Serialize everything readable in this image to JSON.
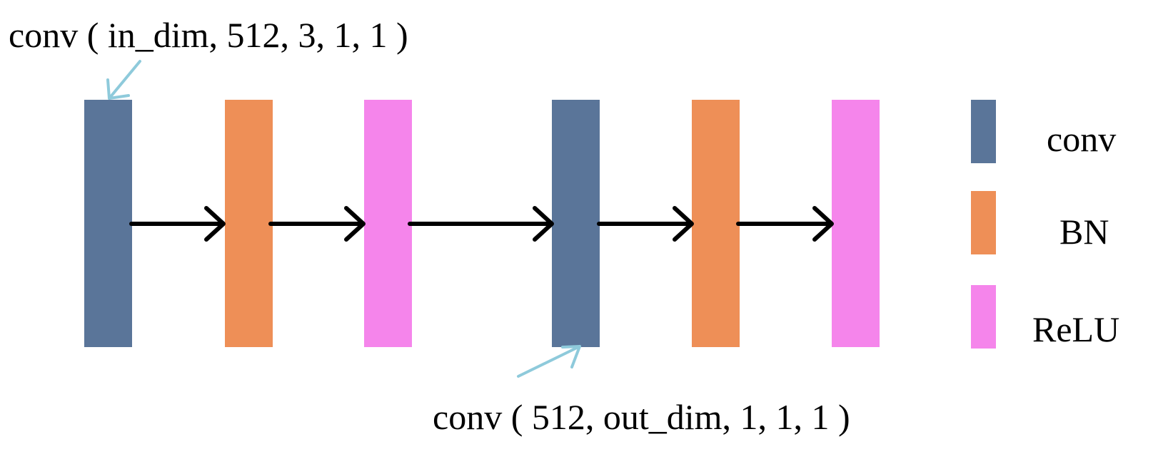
{
  "colors": {
    "conv": "#5a7599",
    "bn": "#ee8f57",
    "relu": "#f585eb",
    "flow_arrow": "#000000",
    "pointer_arrow": "#8ecadb"
  },
  "layers": [
    {
      "type": "conv"
    },
    {
      "type": "bn"
    },
    {
      "type": "relu"
    },
    {
      "type": "conv"
    },
    {
      "type": "bn"
    },
    {
      "type": "relu"
    }
  ],
  "annotations": {
    "first_conv": "conv ( in_dim, 512, 3, 1, 1 )",
    "second_conv": "conv ( 512, out_dim, 1, 1, 1 )"
  },
  "legend": [
    {
      "key": "conv",
      "label": "conv"
    },
    {
      "key": "bn",
      "label": "BN"
    },
    {
      "key": "relu",
      "label": "ReLU"
    }
  ]
}
